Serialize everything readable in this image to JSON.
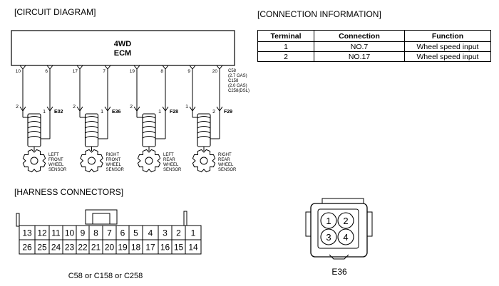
{
  "sections": {
    "circuit": "[CIRCUIT DIAGRAM]",
    "connection": "[CONNECTION INFORMATION]",
    "harness": "[HARNESS CONNECTORS]"
  },
  "ecm": {
    "line1": "4WD",
    "line2": "ECM"
  },
  "connector_note": [
    "C58",
    "(2.7 GAS)",
    "C158",
    "(2.0 GAS)",
    "C258(DSL)"
  ],
  "sensors": [
    {
      "left_pin": "2",
      "right_pin": "1",
      "connector": "E02",
      "ecm_pins": [
        "10",
        "6"
      ],
      "label": [
        "LEFT",
        "FRONT",
        "WHEEL",
        "SENSOR"
      ]
    },
    {
      "left_pin": "2",
      "right_pin": "1",
      "connector": "E36",
      "ecm_pins": [
        "17",
        "7"
      ],
      "label": [
        "RIGHT",
        "FRONT",
        "WHEEL",
        "SENSOR"
      ]
    },
    {
      "left_pin": "2",
      "right_pin": "1",
      "connector": "F28",
      "ecm_pins": [
        "19",
        "8"
      ],
      "label": [
        "LEFT",
        "REAR",
        "WHEEL",
        "SENSOR"
      ]
    },
    {
      "left_pin": "1",
      "right_pin": "2",
      "connector": "F29",
      "ecm_pins": [
        "9",
        "20"
      ],
      "label": [
        "RIGHT",
        "REAR",
        "WHEEL",
        "SENSOR"
      ]
    }
  ],
  "connection_table": {
    "headers": [
      "Terminal",
      "Connection",
      "Function"
    ],
    "rows": [
      [
        "1",
        "NO.7",
        "Wheel speed input"
      ],
      [
        "2",
        "NO.17",
        "Wheel speed input"
      ]
    ]
  },
  "harness_top": [
    "13",
    "12",
    "11",
    "10",
    "9",
    "8",
    "7",
    "6",
    "5",
    "4",
    "3",
    "2",
    "1"
  ],
  "harness_bottom": [
    "26",
    "25",
    "24",
    "23",
    "22",
    "21",
    "20",
    "19",
    "18",
    "17",
    "16",
    "15",
    "14"
  ],
  "harness_caption": "C58 or C158 or C258",
  "e36_pins": [
    "1",
    "2",
    "3",
    "4"
  ],
  "e36_caption": "E36"
}
